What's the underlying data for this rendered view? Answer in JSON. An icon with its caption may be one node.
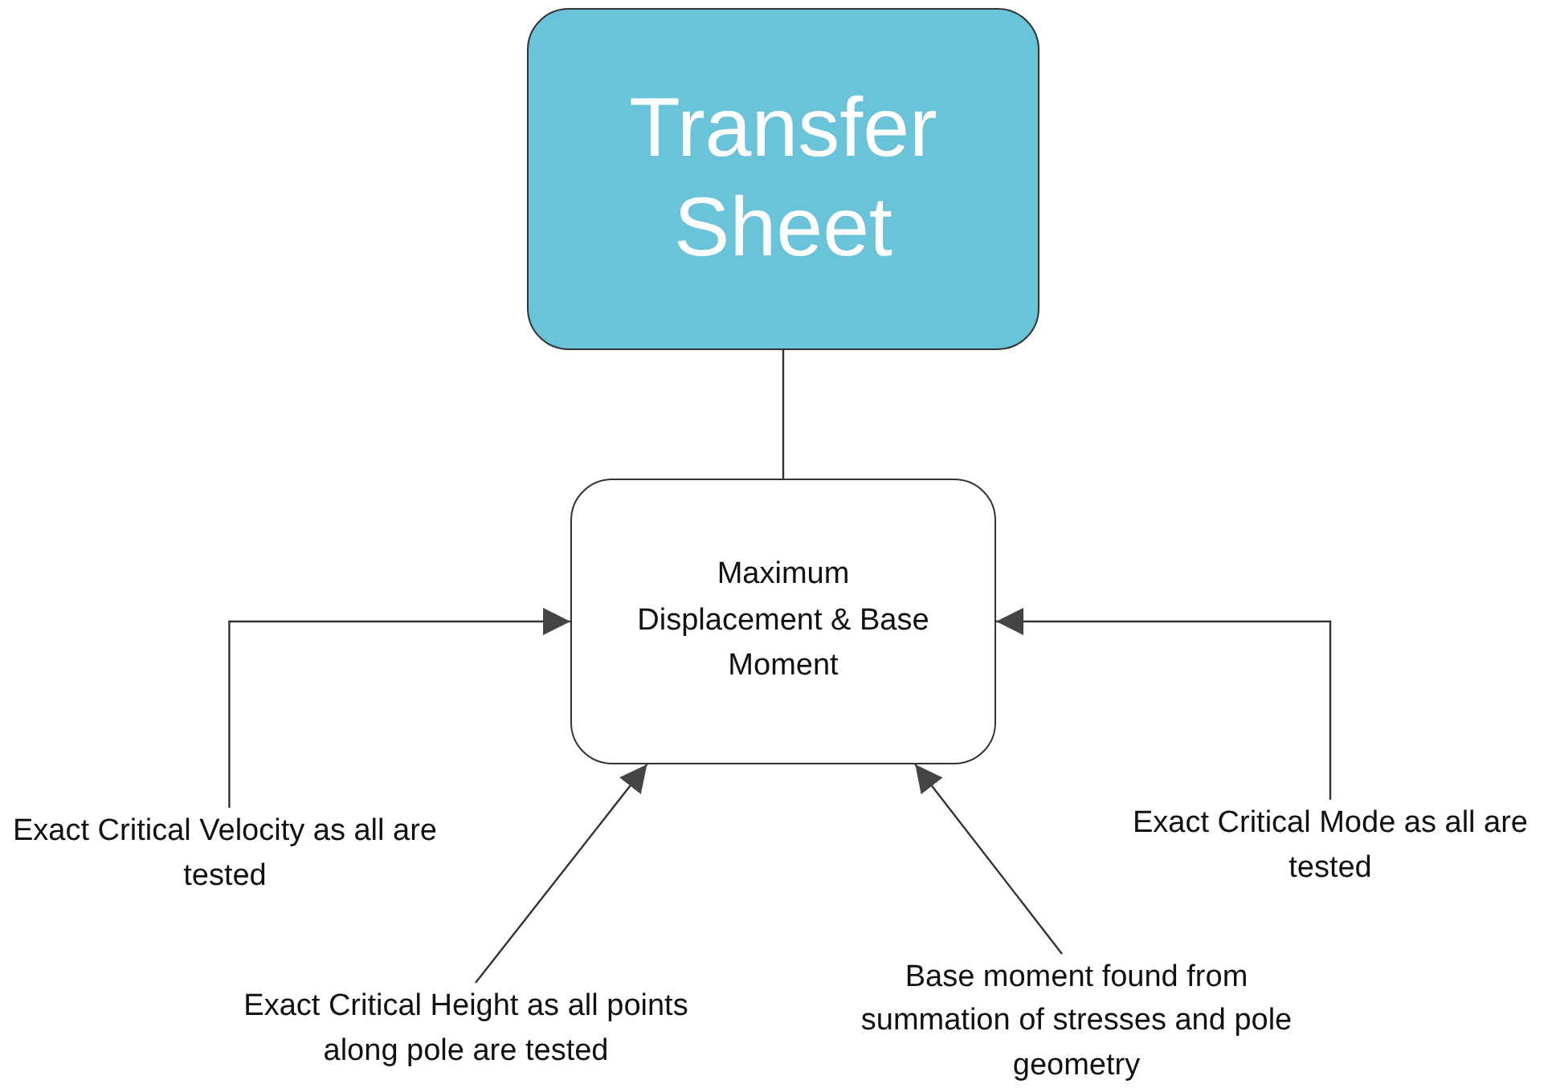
{
  "diagram": {
    "nodes": [
      {
        "text": [
          "Transfer Sheet"
        ]
      },
      {
        "text": [
          "Maximum Displacement & Base Moment"
        ]
      },
      {
        "text": [
          "Exact Critical Velocity as all are tested"
        ]
      },
      {
        "text": [
          "Exact Critical Height as all points along pole are tested"
        ]
      },
      {
        "text": [
          "Base moment found from summation of stresses and pole geometry"
        ]
      },
      {
        "text": [
          "Exact Critical Mode as all are tested"
        ]
      }
    ],
    "edges": [
      {
        "from": 0,
        "to": 1,
        "arrow": "none"
      },
      {
        "from": 2,
        "to": 1,
        "arrow": "to"
      },
      {
        "from": 3,
        "to": 1,
        "arrow": "to"
      },
      {
        "from": 4,
        "to": 1,
        "arrow": "to"
      },
      {
        "from": 5,
        "to": 1,
        "arrow": "to"
      }
    ]
  }
}
